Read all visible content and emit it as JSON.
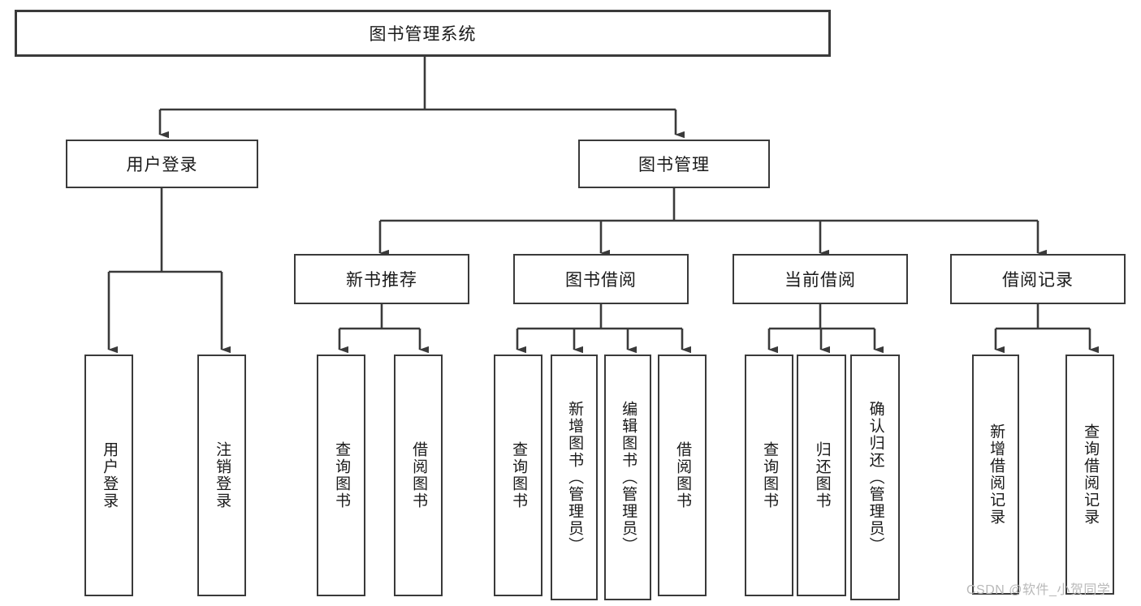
{
  "diagram": {
    "type": "tree",
    "title": "图书管理系统",
    "root": {
      "label": "图书管理系统"
    },
    "level1": [
      {
        "label": "用户登录"
      },
      {
        "label": "图书管理"
      }
    ],
    "level2": [
      {
        "label": "新书推荐"
      },
      {
        "label": "图书借阅"
      },
      {
        "label": "当前借阅"
      },
      {
        "label": "借阅记录"
      }
    ],
    "leaves": {
      "user_login": [
        {
          "label": "用户登录"
        },
        {
          "label": "注销登录"
        }
      ],
      "new_book_recommend": [
        {
          "label": "查询图书"
        },
        {
          "label": "借阅图书"
        }
      ],
      "book_borrow": [
        {
          "label": "查询图书"
        },
        {
          "label": "新增图书（管理员）"
        },
        {
          "label": "编辑图书（管理员）"
        },
        {
          "label": "借阅图书"
        }
      ],
      "current_borrow": [
        {
          "label": "查询图书"
        },
        {
          "label": "归还图书"
        },
        {
          "label": "确认归还（管理员）"
        }
      ],
      "borrow_records": [
        {
          "label": "新增借阅记录"
        },
        {
          "label": "查询借阅记录"
        }
      ]
    }
  },
  "watermark": {
    "text": "CSDN @软件_小贺同学"
  },
  "colors": {
    "border": "#3a3a3a",
    "background": "#ffffff",
    "text": "#1a1a1a",
    "watermark": "#b9b9b9"
  }
}
